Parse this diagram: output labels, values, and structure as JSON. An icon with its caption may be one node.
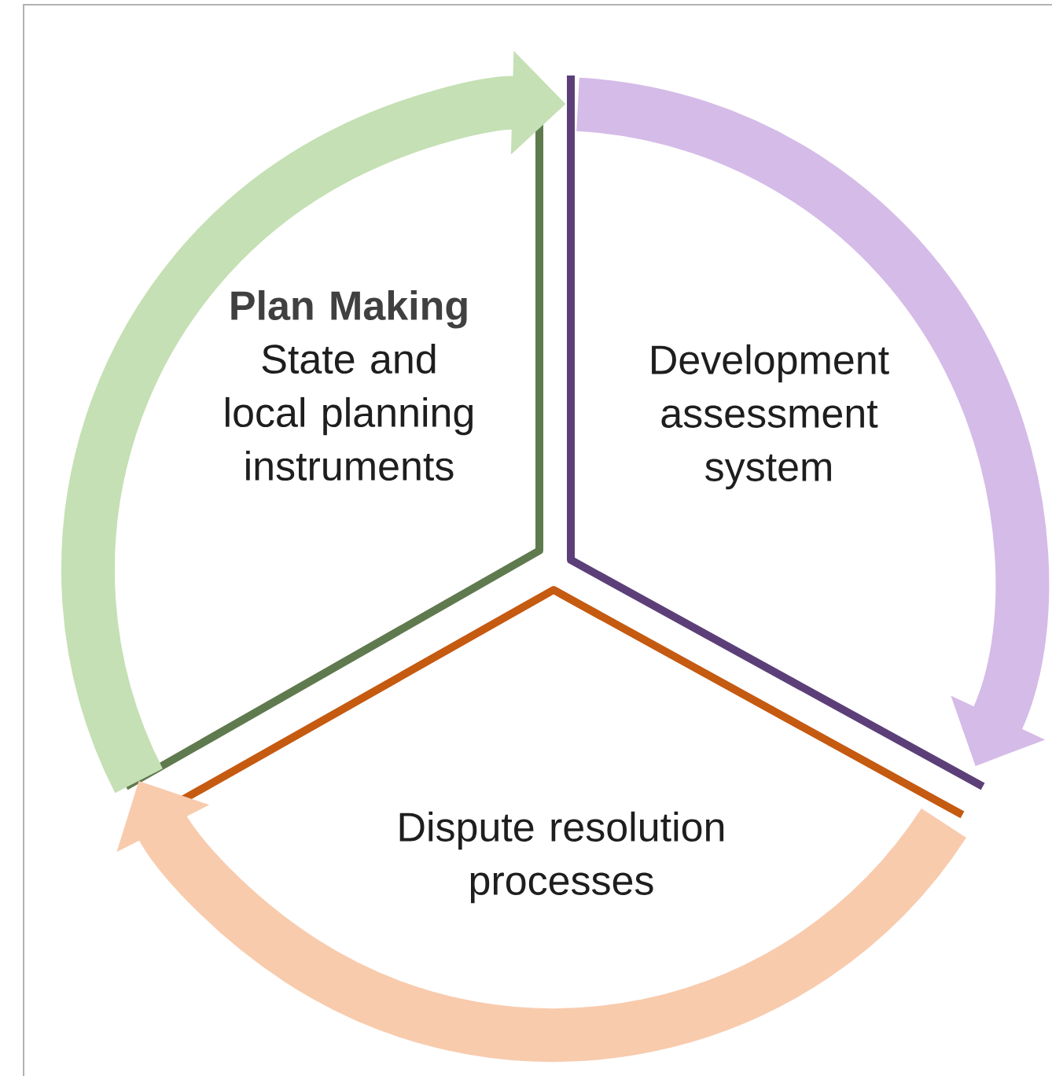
{
  "diagram": {
    "nodes": [
      {
        "text": [
          "Plan Making",
          "State and local planning instruments"
        ]
      },
      {
        "text": [
          "Development assessment system"
        ]
      },
      {
        "text": [
          "Dispute resolution processes"
        ]
      }
    ],
    "edges": [
      {
        "from": 0,
        "to": 1,
        "arrow": "to",
        "color": "#c5e0b4"
      },
      {
        "from": 1,
        "to": 2,
        "arrow": "to",
        "color": "#d5bbe8"
      },
      {
        "from": 2,
        "to": 0,
        "arrow": "to",
        "color": "#f8cbad"
      }
    ]
  }
}
